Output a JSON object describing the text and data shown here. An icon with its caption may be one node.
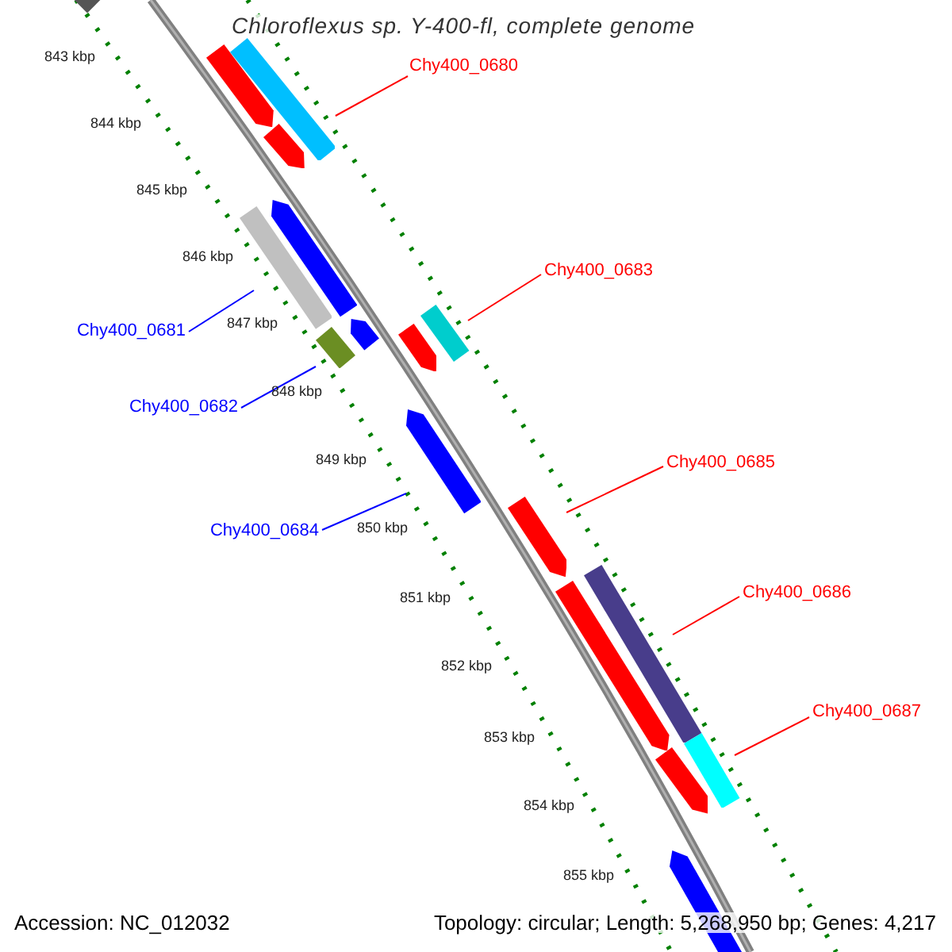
{
  "diagram": {
    "title": "Chloroflexus sp. Y-400-fl, complete genome",
    "nodes": [
      {
        "text": [
          "Chy400_0680"
        ]
      },
      {
        "text": [
          "Chy400_0681"
        ]
      },
      {
        "text": [
          "Chy400_0682"
        ]
      },
      {
        "text": [
          "Chy400_0683"
        ]
      },
      {
        "text": [
          "Chy400_0684"
        ]
      },
      {
        "text": [
          "Chy400_0685"
        ]
      },
      {
        "text": [
          "Chy400_0686"
        ]
      },
      {
        "text": [
          "Chy400_0687"
        ]
      },
      {
        "text": [],
        "shape": "bar"
      },
      {
        "text": [],
        "shape": "bar"
      },
      {
        "text": [],
        "shape": "bar"
      },
      {
        "text": [],
        "shape": "bar"
      },
      {
        "text": [],
        "shape": "bar"
      },
      {
        "text": [],
        "shape": "bar"
      },
      {
        "text": [],
        "shape": "bar"
      },
      {
        "text": [],
        "shape": "bar"
      },
      {
        "text": [],
        "shape": "bar"
      },
      {
        "text": [],
        "shape": "bar"
      },
      {
        "text": [],
        "shape": "bar"
      },
      {
        "text": [],
        "shape": "bar"
      },
      {
        "text": [],
        "shape": "bar"
      },
      {
        "text": [],
        "shape": "bar"
      },
      {
        "text": [],
        "shape": "bar"
      },
      {
        "text": [],
        "shape": "bar"
      },
      {
        "text": [],
        "shape": "bar"
      }
    ],
    "edges": [
      {
        "from": 0,
        "to": 10,
        "arrow": "none"
      },
      {
        "from": 1,
        "to": 12,
        "arrow": "none",
        "color": "#0000ff"
      },
      {
        "from": 2,
        "to": 14,
        "arrow": "none",
        "color": "#0000ff"
      },
      {
        "from": 3,
        "to": 17,
        "arrow": "none"
      },
      {
        "from": 4,
        "to": 18,
        "arrow": "none",
        "color": "#0000ff"
      },
      {
        "from": 5,
        "to": 19,
        "arrow": "none"
      },
      {
        "from": 6,
        "to": 21,
        "arrow": "none"
      },
      {
        "from": 7,
        "to": 23,
        "arrow": "none"
      }
    ],
    "labels": [
      "843 kbp",
      "844 kbp",
      "845 kbp",
      "846 kbp",
      "847 kbp",
      "848 kbp",
      "849 kbp",
      "850 kbp",
      "851 kbp",
      "852 kbp",
      "853 kbp",
      "854 kbp",
      "855 kbp",
      "Accession: NC_012032",
      "Topology: circular; Length: 5,268,950 bp; Genes: 4,217"
    ]
  }
}
